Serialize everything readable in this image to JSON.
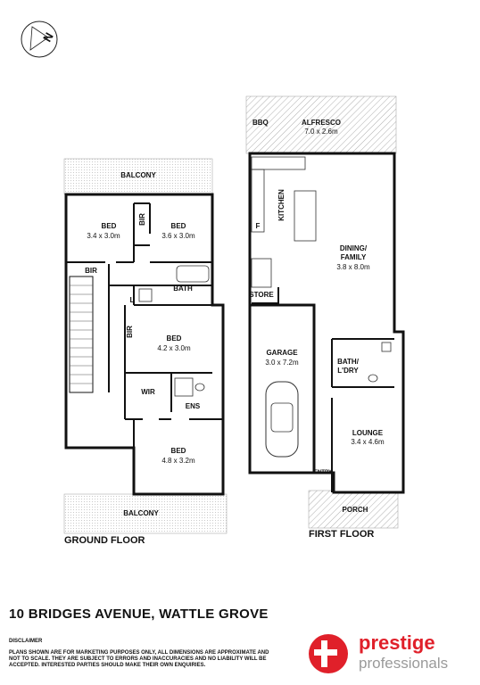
{
  "address": "10 BRIDGES AVENUE, WATTLE GROVE",
  "disclaimer": {
    "heading": "DISCLAIMER",
    "text": "PLANS SHOWN ARE FOR MARKETING PURPOSES ONLY, ALL DIMENSIONS ARE APPROXIMATE AND NOT TO SCALE. THEY ARE SUBJECT TO ERRORS AND INACCURACIES AND NO LIABILITY WILL BE ACCEPTED. INTERESTED PARTIES SHOULD MAKE THEIR OWN ENQUIRIES."
  },
  "brand": {
    "name": "prestige",
    "tagline": "professionals",
    "color": "#e0202a"
  },
  "compass": {
    "letter": "N"
  },
  "ground_floor": {
    "title": "GROUND FLOOR",
    "balcony_top": "BALCONY",
    "balcony_bottom": "BALCONY",
    "bed1": {
      "name": "BED",
      "dims": "3.4 x 3.0m"
    },
    "bed2": {
      "name": "BED",
      "dims": "3.6 x 3.0m"
    },
    "bed3": {
      "name": "BED",
      "dims": "4.2 x 3.0m"
    },
    "bed4": {
      "name": "BED",
      "dims": "4.8 x 3.2m"
    },
    "bir1": "BIR",
    "bir2": "BIR",
    "bir3": "BIR",
    "bath": "BATH",
    "linen": "L",
    "wir": "WIR",
    "ens": "ENS"
  },
  "first_floor": {
    "title": "FIRST FLOOR",
    "bbq": "BBQ",
    "alfresco": {
      "name": "ALFRESCO",
      "dims": "7.0 x 2.6m"
    },
    "kitchen": "KITCHEN",
    "fridge": "F",
    "dining": {
      "line1": "DINING/",
      "line2": "FAMILY",
      "dims": "3.8 x 8.0m"
    },
    "store": "STORE",
    "garage": {
      "name": "GARAGE",
      "dims": "3.0 x 7.2m"
    },
    "bath_ldry": {
      "line1": "BATH/",
      "line2": "L'DRY"
    },
    "lounge": {
      "name": "LOUNGE",
      "dims": "3.4 x 4.6m"
    },
    "entry": "ENTRY",
    "porch": "PORCH"
  }
}
